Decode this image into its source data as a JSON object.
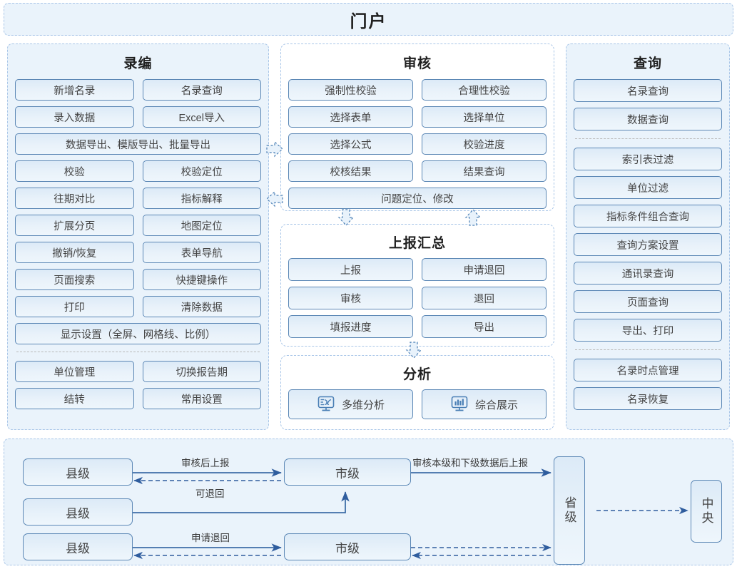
{
  "portal": {
    "title": "门户"
  },
  "columns": {
    "left": {
      "title": "录编",
      "groups": [
        {
          "rows": [
            [
              "新增名录",
              "名录查询"
            ],
            [
              "录入数据",
              "Excel导入"
            ],
            [
              "数据导出、模版导出、批量导出"
            ],
            [
              "校验",
              "校验定位"
            ],
            [
              "往期对比",
              "指标解释"
            ],
            [
              "扩展分页",
              "地图定位"
            ],
            [
              "撤销/恢复",
              "表单导航"
            ],
            [
              "页面搜索",
              "快捷键操作"
            ],
            [
              "打印",
              "清除数据"
            ],
            [
              "显示设置（全屏、网格线、比例）"
            ]
          ]
        },
        {
          "rows": [
            [
              "单位管理",
              "切换报告期"
            ],
            [
              "结转",
              "常用设置"
            ]
          ]
        }
      ]
    },
    "middle": {
      "panels": [
        {
          "title": "审核",
          "rows": [
            [
              "强制性校验",
              "合理性校验"
            ],
            [
              "选择表单",
              "选择单位"
            ],
            [
              "选择公式",
              "校验进度"
            ],
            [
              "校核结果",
              "结果查询"
            ],
            [
              "问题定位、修改"
            ]
          ]
        },
        {
          "title": "上报汇总",
          "rows": [
            [
              "上报",
              "申请退回"
            ],
            [
              "审核",
              "退回"
            ],
            [
              "填报进度",
              "导出"
            ]
          ]
        },
        {
          "title": "分析",
          "icon_buttons": [
            {
              "label": "多维分析",
              "icon": "monitor-network-icon"
            },
            {
              "label": "综合展示",
              "icon": "monitor-barchart-icon"
            }
          ]
        }
      ]
    },
    "right": {
      "title": "查询",
      "groups": [
        {
          "rows": [
            [
              "名录查询"
            ],
            [
              "数据查询"
            ]
          ]
        },
        {
          "rows": [
            [
              "索引表过滤"
            ],
            [
              "单位过滤"
            ],
            [
              "指标条件组合查询"
            ],
            [
              "查询方案设置"
            ],
            [
              "通讯录查询"
            ],
            [
              "页面查询"
            ],
            [
              "导出、打印"
            ]
          ]
        },
        {
          "rows": [
            [
              "名录时点管理"
            ],
            [
              "名录恢复"
            ]
          ]
        }
      ]
    }
  },
  "flow": {
    "nodes": [
      {
        "id": "county-1",
        "label": "县级"
      },
      {
        "id": "county-2",
        "label": "县级"
      },
      {
        "id": "county-3",
        "label": "县级"
      },
      {
        "id": "city-1",
        "label": "市级"
      },
      {
        "id": "city-2",
        "label": "市级"
      },
      {
        "id": "province",
        "label": "省级"
      },
      {
        "id": "central",
        "label": "中央"
      }
    ],
    "labels": [
      {
        "id": "label-review-report",
        "text": "审核后上报"
      },
      {
        "id": "label-can-return",
        "text": "可退回"
      },
      {
        "id": "label-apply-return",
        "text": "申请退回"
      },
      {
        "id": "label-review-levels-report",
        "text": "审核本级和下级数据后上报"
      }
    ]
  },
  "colors": {
    "panel_border": "#a9c6e8",
    "panel_fill": "#eaf3fb",
    "button_border": "#5b87b5",
    "button_fill": "#e2eef9",
    "arrow_solid": "#3f6ea8",
    "arrow_dashed": "#2f5d9e",
    "text": "#3b3b3b"
  }
}
